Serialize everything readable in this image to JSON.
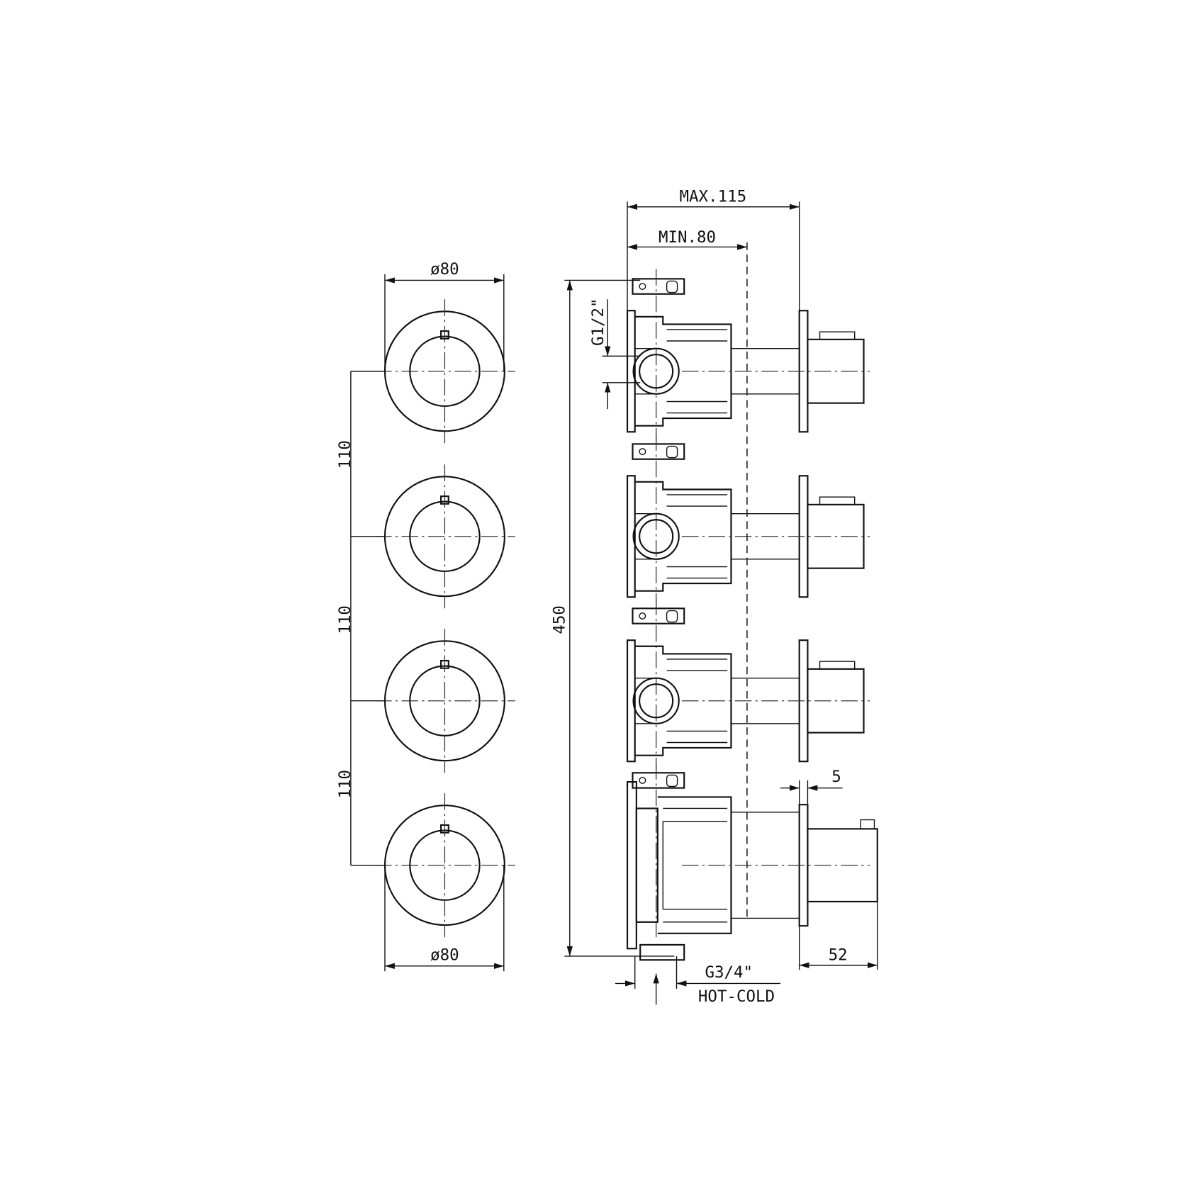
{
  "front_view": {
    "diameter_top": "ø80",
    "diameter_bottom": "ø80",
    "spacing_labels": [
      "110",
      "110",
      "110"
    ]
  },
  "side_view": {
    "max_depth": "MAX.115",
    "min_depth": "MIN.80",
    "outlet_thread": "G1/2\"",
    "total_height": "450",
    "plate_thickness": "5",
    "handle_depth": "52",
    "inlet_thread": "G3/4\"",
    "inlet_label": "HOT-COLD"
  }
}
